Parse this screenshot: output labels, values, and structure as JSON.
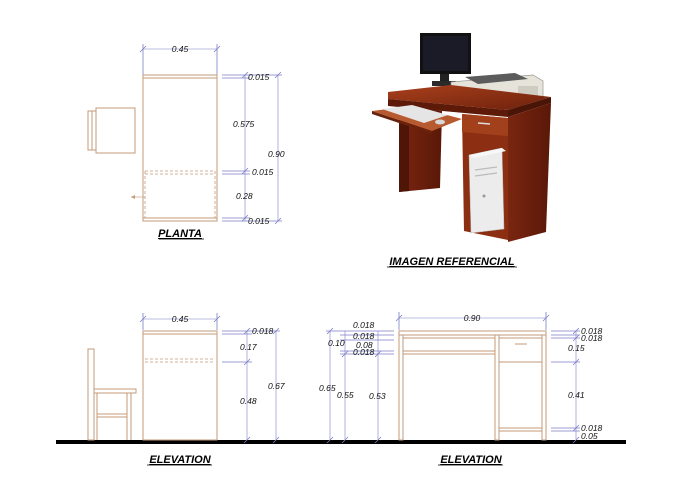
{
  "titles": {
    "plan": "PLANTA",
    "photo": "IMAGEN REFERENCIAL",
    "side_elevation": "ELEVATION",
    "front_elevation": "ELEVATION"
  },
  "plan_dims": {
    "width": "0.45",
    "d1": "0.015",
    "d2": "0.575",
    "d3": "0.015",
    "d4": "0.28",
    "d5": "0.015",
    "total": "0.90"
  },
  "side_dims": {
    "width": "0.45",
    "d1": "0.018",
    "d2": "0.17",
    "d3": "0.48",
    "total": "0.67"
  },
  "front_left_dims": {
    "l1": "0.018",
    "l2": "0.018",
    "l3": "0.08",
    "l4": "0.018",
    "d10": "0.10",
    "d65": "0.65",
    "d55": "0.55",
    "d53": "0.53"
  },
  "front_dims": {
    "width": "0.90",
    "r1": "0.018",
    "r2": "0.018",
    "r3": "0.15",
    "r4": "0.41",
    "r5": "0.018",
    "r6": "0.05"
  },
  "colors": {
    "wood_line": "#c59a7a",
    "dimension_line": "#7c7cc8",
    "desk_wood": "#8a2e12",
    "ground": "#000000"
  }
}
